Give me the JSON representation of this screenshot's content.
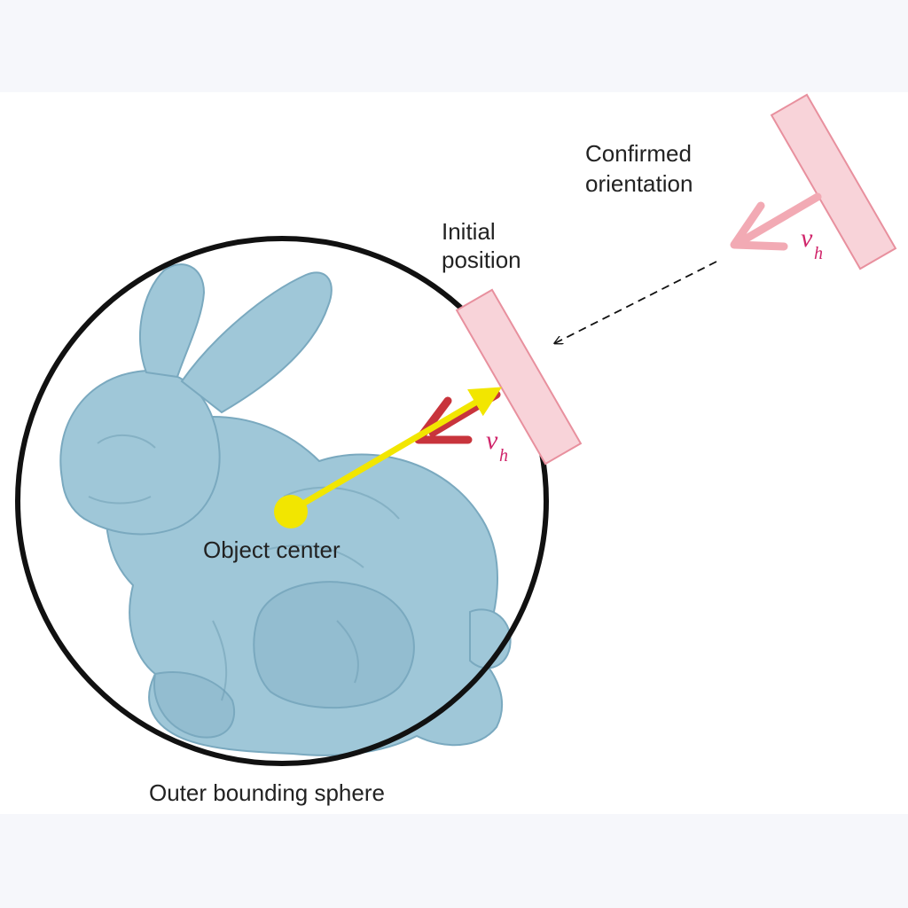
{
  "labels": {
    "confirmed_orientation_line1": "Confirmed",
    "confirmed_orientation_line2": "orientation",
    "initial_position_line1": "Initial",
    "initial_position_line2": "position",
    "object_center": "Object center",
    "outer_bounding_sphere": "Outer bounding sphere",
    "vector_symbol": "v",
    "vector_subscript": "h"
  },
  "colors": {
    "sphere_outline": "#111111",
    "bunny_fill": "#9fc7d8",
    "bunny_shadow": "#6f9fb5",
    "plate_fill": "#f8d3d9",
    "plate_stroke": "#e8909e",
    "center_vector": "#f2e600",
    "initial_vh_arrow": "#c8343c",
    "confirmed_vh_arrow": "#f2aab4",
    "vh_label": "#d0246a",
    "dashed_path": "#111111",
    "background_band": "#f6f7fb",
    "canvas": "#ffffff"
  },
  "icons": {
    "center_marker": "filled-circle",
    "arrowheads": "triangle-arrow"
  }
}
